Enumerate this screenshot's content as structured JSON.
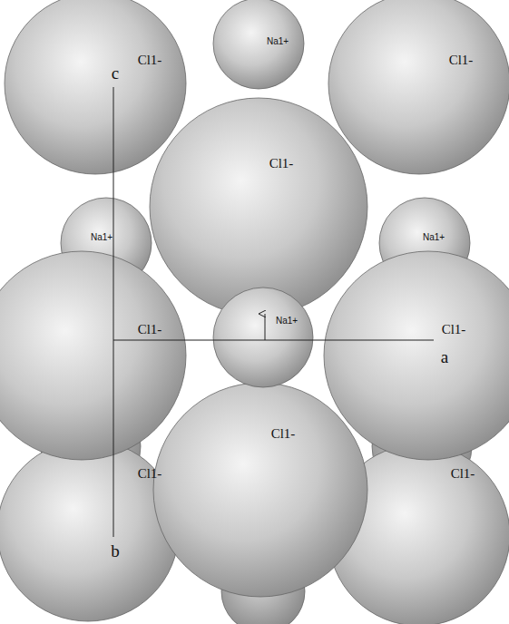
{
  "diagram": {
    "labels": [
      "Cl1-",
      "Na1+",
      "Cl1-",
      "c",
      "Na1+",
      "Cl1-",
      "Na1+",
      "Cl1-",
      "Na1+",
      "Cl1-",
      "a",
      "Cl1-",
      "Cl1-",
      "b",
      "Cl1-"
    ]
  }
}
